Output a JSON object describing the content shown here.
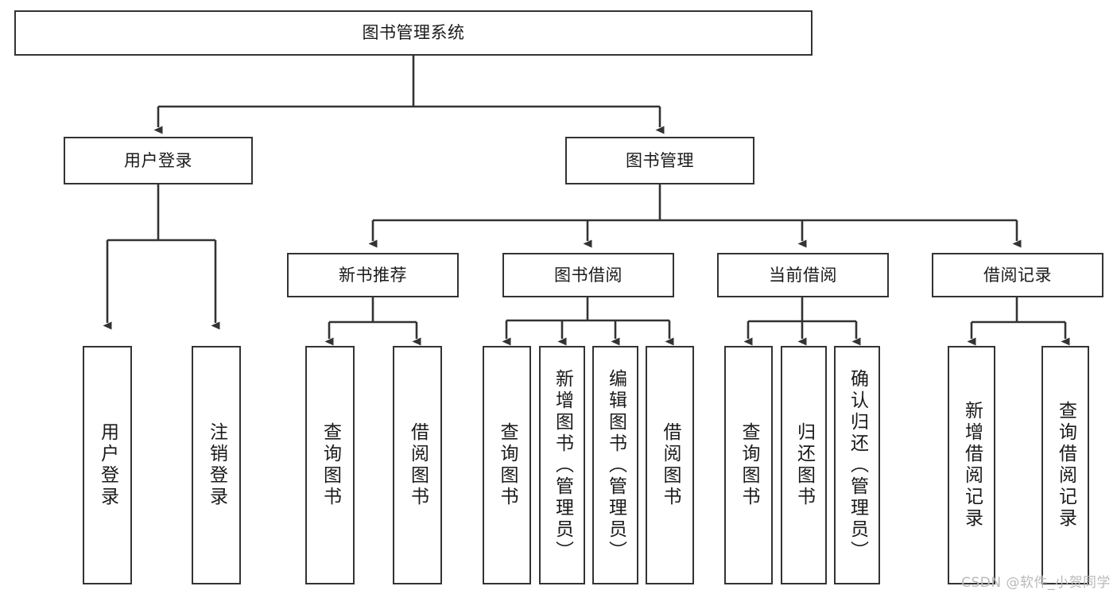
{
  "diagram": {
    "title": "图书管理系统",
    "type": "tree",
    "stroke_color": "#333333",
    "fill_color": "#ffffff",
    "text_color": "#1a1a1a",
    "background": "#ffffff"
  },
  "nodes": {
    "root": {
      "label": "图书管理系统"
    },
    "level1": [
      {
        "id": "user-login",
        "label": "用户登录"
      },
      {
        "id": "book-manage",
        "label": "图书管理"
      }
    ],
    "level2": [
      {
        "id": "new-book-recommend",
        "label": "新书推荐"
      },
      {
        "id": "book-borrow",
        "label": "图书借阅"
      },
      {
        "id": "current-borrow",
        "label": "当前借阅"
      },
      {
        "id": "borrow-record",
        "label": "借阅记录"
      }
    ],
    "leaves": {
      "user_login": [
        {
          "id": "leaf-user-login",
          "label": "用户登录"
        },
        {
          "id": "leaf-logout",
          "label": "注销登录"
        }
      ],
      "new_book_recommend": [
        {
          "id": "leaf-query-book-1",
          "label": "查询图书"
        },
        {
          "id": "leaf-borrow-book-1",
          "label": "借阅图书"
        }
      ],
      "book_borrow": [
        {
          "id": "leaf-query-book-2",
          "label": "查询图书"
        },
        {
          "id": "leaf-add-book",
          "label": "新增图书（管理员）"
        },
        {
          "id": "leaf-edit-book",
          "label": "编辑图书（管理员）"
        },
        {
          "id": "leaf-borrow-book-2",
          "label": "借阅图书"
        }
      ],
      "current_borrow": [
        {
          "id": "leaf-query-book-3",
          "label": "查询图书"
        },
        {
          "id": "leaf-return-book",
          "label": "归还图书"
        },
        {
          "id": "leaf-confirm-return",
          "label": "确认归还（管理员）"
        }
      ],
      "borrow_record": [
        {
          "id": "leaf-add-record",
          "label": "新增借阅记录"
        },
        {
          "id": "leaf-query-record",
          "label": "查询借阅记录"
        }
      ]
    }
  },
  "watermark": {
    "text": "CSDN @软件_小贺同学"
  }
}
